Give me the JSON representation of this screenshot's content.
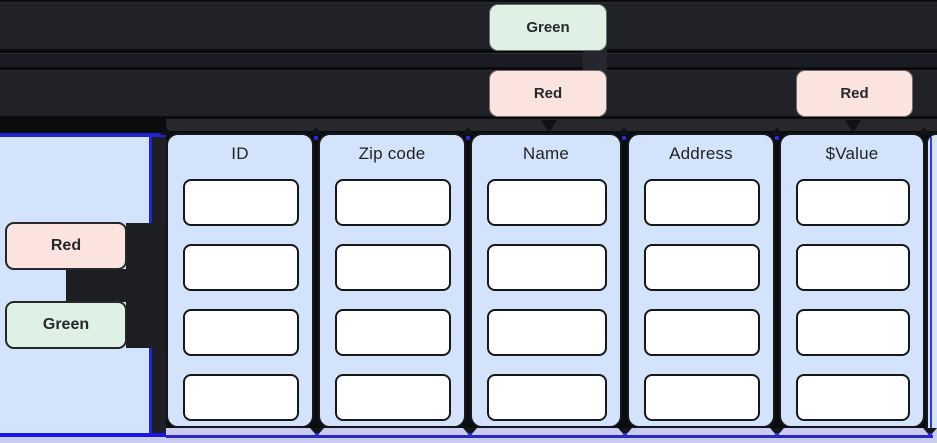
{
  "badges": {
    "top_green": "Green",
    "top_red_left": "Red",
    "top_red_right": "Red",
    "side_red": "Red",
    "side_green": "Green"
  },
  "table": {
    "columns": [
      {
        "header": "ID",
        "cells": [
          "",
          "",
          "",
          ""
        ]
      },
      {
        "header": "Zip code",
        "cells": [
          "",
          "",
          "",
          ""
        ]
      },
      {
        "header": "Name",
        "cells": [
          "",
          "",
          "",
          ""
        ]
      },
      {
        "header": "Address",
        "cells": [
          "",
          "",
          "",
          ""
        ]
      },
      {
        "header": "$Value",
        "cells": [
          "",
          "",
          "",
          ""
        ]
      }
    ]
  },
  "colors": {
    "green_badge": "#dff0e4",
    "red_badge": "#fbe3df",
    "column_panel_blue": "#d3e3fc",
    "edge_blue": "#2323d6",
    "bright_edge_blue": "#1717e8",
    "row_strip_dark": "#212227",
    "footer_lavender": "#c9cbf0",
    "cell_white": "#ffffff",
    "background": "#0b0c0e"
  }
}
